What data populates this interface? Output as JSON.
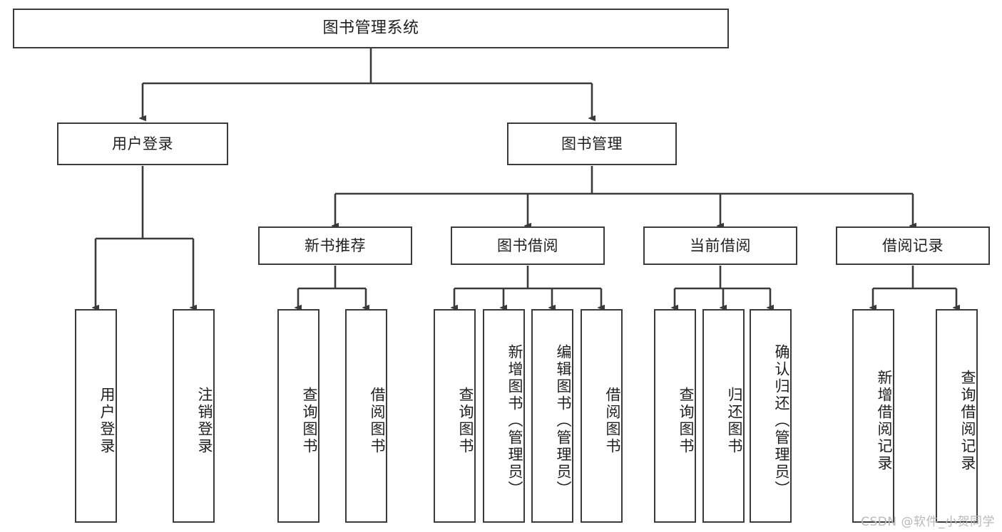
{
  "diagram": {
    "type": "tree-hierarchy",
    "title": "图书管理系统",
    "background_color": "#ffffff",
    "line_color": "#3b3b3b",
    "text_color": "#1f1f1f",
    "watermark": "CSDN @软件_小贺同学",
    "watermark_color": "#b9b9b9",
    "nodes": {
      "root": {
        "label": "图书管理系统"
      },
      "level1": [
        {
          "id": "user-login",
          "label": "用户登录"
        },
        {
          "id": "book-management",
          "label": "图书管理"
        }
      ],
      "level2": [
        {
          "id": "new-book-recommend",
          "label": "新书推荐",
          "parent": "book-management"
        },
        {
          "id": "book-borrow",
          "label": "图书借阅",
          "parent": "book-management"
        },
        {
          "id": "current-borrow",
          "label": "当前借阅",
          "parent": "book-management"
        },
        {
          "id": "borrow-record",
          "label": "借阅记录",
          "parent": "book-management"
        }
      ],
      "leaves": [
        {
          "id": "leaf-user-login",
          "label": "用户登录",
          "parent": "user-login"
        },
        {
          "id": "leaf-logout",
          "label": "注销登录",
          "parent": "user-login"
        },
        {
          "id": "leaf-query-book-1",
          "label": "查询图书",
          "parent": "new-book-recommend"
        },
        {
          "id": "leaf-borrow-book-1",
          "label": "借阅图书",
          "parent": "new-book-recommend"
        },
        {
          "id": "leaf-query-book-2",
          "label": "查询图书",
          "parent": "book-borrow"
        },
        {
          "id": "leaf-add-book",
          "label": "新增图书（管理员）",
          "parent": "book-borrow"
        },
        {
          "id": "leaf-edit-book",
          "label": "编辑图书（管理员）",
          "parent": "book-borrow"
        },
        {
          "id": "leaf-borrow-book-2",
          "label": "借阅图书",
          "parent": "book-borrow"
        },
        {
          "id": "leaf-query-book-3",
          "label": "查询图书",
          "parent": "current-borrow"
        },
        {
          "id": "leaf-return-book",
          "label": "归还图书",
          "parent": "current-borrow"
        },
        {
          "id": "leaf-confirm-return",
          "label": "确认归还（管理员）",
          "parent": "current-borrow"
        },
        {
          "id": "leaf-add-record",
          "label": "新增借阅记录",
          "parent": "borrow-record"
        },
        {
          "id": "leaf-query-record",
          "label": "查询借阅记录",
          "parent": "borrow-record"
        }
      ]
    }
  }
}
